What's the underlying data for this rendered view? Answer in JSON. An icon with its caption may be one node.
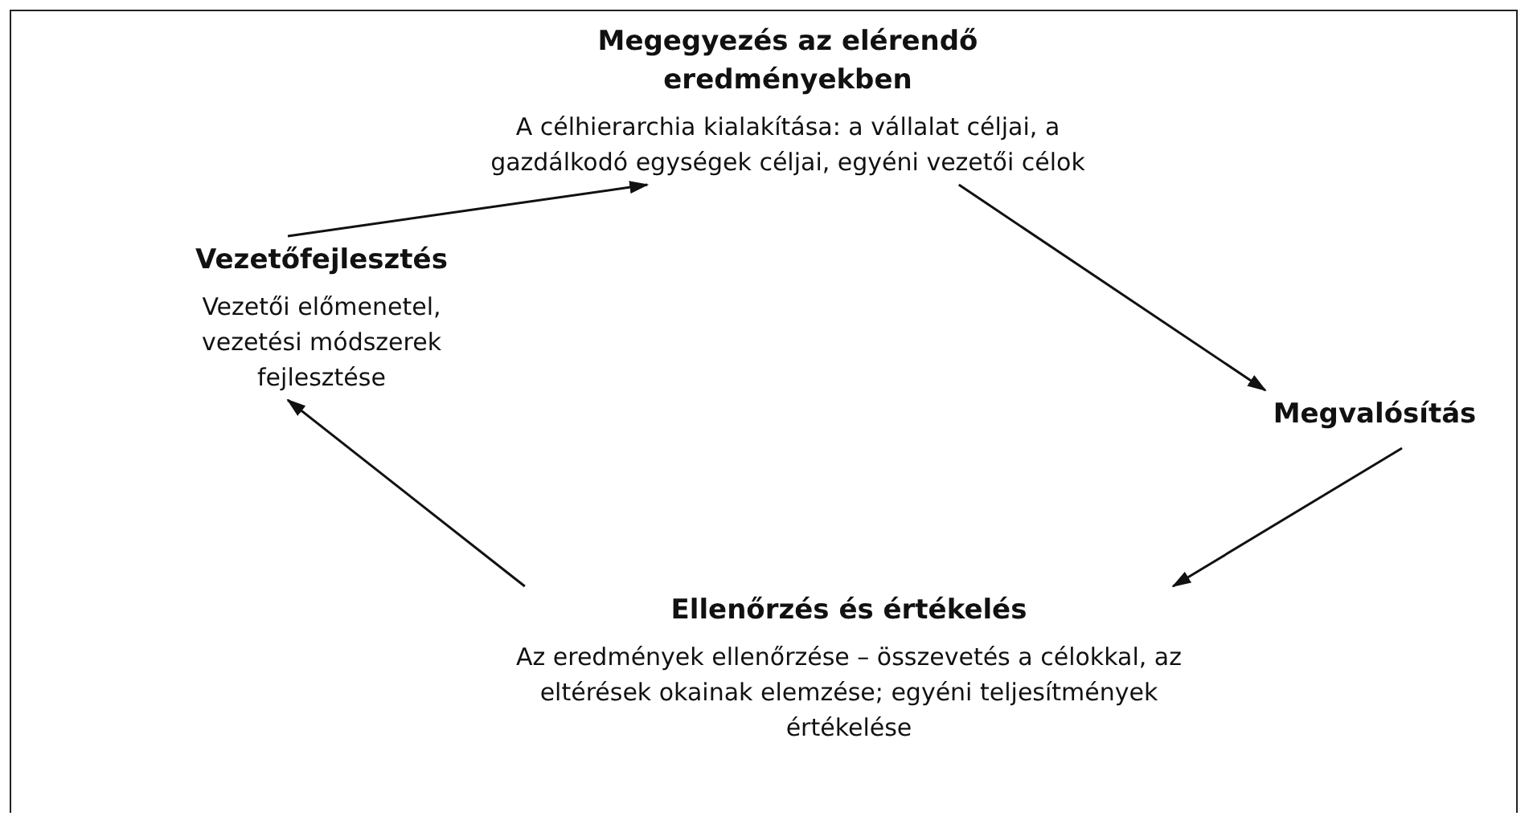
{
  "diagram": {
    "nodes": [
      {
        "text": [
          "Megegyezés az elérendő eredményekben",
          "A célhierarchia kialakítása: a vállalat céljai, a gazdálkodó egységek céljai, egyéni vezetői célok"
        ]
      },
      {
        "text": [
          "Vezetőfejlesztés",
          "Vezetői előmenetel, vezetési módszerek fejlesztése"
        ]
      },
      {
        "text": [
          "Megvalósítás"
        ]
      },
      {
        "text": [
          "Ellenőrzés és értékelés",
          "Az eredmények ellenőrzése – összevetés a célokkal, az eltérések okainak elemzése; egyéni teljesítmények értékelése"
        ]
      }
    ],
    "edges": [
      {
        "from": 0,
        "to": 2,
        "arrow": "to"
      },
      {
        "from": 2,
        "to": 3,
        "arrow": "to"
      },
      {
        "from": 3,
        "to": 1,
        "arrow": "to"
      },
      {
        "from": 1,
        "to": 0,
        "arrow": "to"
      }
    ]
  }
}
